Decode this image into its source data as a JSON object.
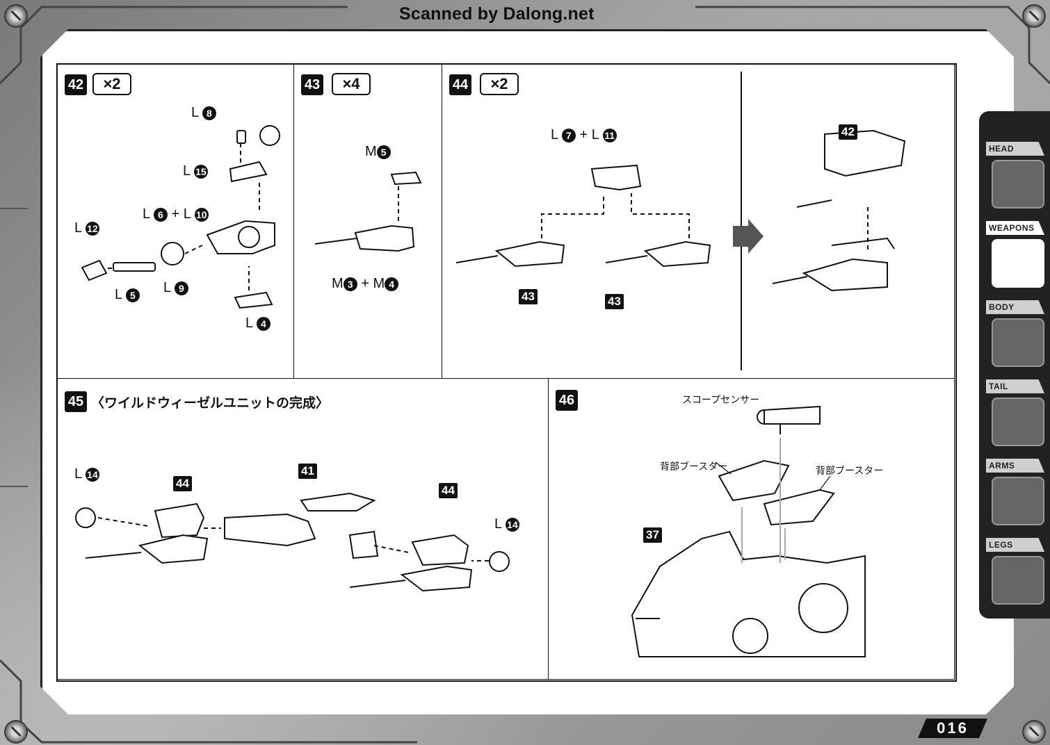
{
  "watermark": "Scanned by Dalong.net",
  "page_number": "016",
  "steps": {
    "s42": {
      "number": "42",
      "multiplier": "×2",
      "labels": {
        "l8_prefix": "L",
        "l8_num": "8",
        "l15_prefix": "L",
        "l15_num": "15",
        "l6_prefix": "L",
        "l6_num": "6",
        "plus": "+ L",
        "l10_num": "10",
        "l12_prefix": "L",
        "l12_num": "12",
        "l5_prefix": "L",
        "l5_num": "5",
        "l9_prefix": "L",
        "l9_num": "9",
        "l4_prefix": "L",
        "l4_num": "4"
      }
    },
    "s43": {
      "number": "43",
      "multiplier": "×4",
      "labels": {
        "m5_prefix": "M",
        "m5_num": "5",
        "m3_prefix": "M",
        "m3_num": "3",
        "plus": "+ M",
        "m4_num": "4"
      }
    },
    "s44": {
      "number": "44",
      "multiplier": "×2",
      "labels": {
        "l7_prefix": "L",
        "l7_num": "7",
        "plus": "+ L",
        "l11_num": "11",
        "tag_left": "43",
        "tag_right": "43"
      }
    },
    "s44b": {
      "tag_top": "42"
    },
    "s45": {
      "number": "45",
      "title": "〈ワイルドウィーゼルユニットの完成〉",
      "labels": {
        "l14a_prefix": "L",
        "l14a_num": "14",
        "l14b_prefix": "L",
        "l14b_num": "14",
        "tag_44a": "44",
        "tag_41": "41",
        "tag_44b": "44"
      }
    },
    "s46": {
      "number": "46",
      "labels": {
        "scope": "スコープセンサー",
        "booster_left": "背部ブースター",
        "booster_right": "背部ブースター",
        "tag_37": "37"
      }
    }
  },
  "sidebar": {
    "items": [
      {
        "label": "HEAD",
        "active": false
      },
      {
        "label": "WEAPONS",
        "active": true
      },
      {
        "label": "BODY",
        "active": false
      },
      {
        "label": "TAIL",
        "active": false
      },
      {
        "label": "ARMS",
        "active": false
      },
      {
        "label": "LEGS",
        "active": false
      }
    ]
  }
}
